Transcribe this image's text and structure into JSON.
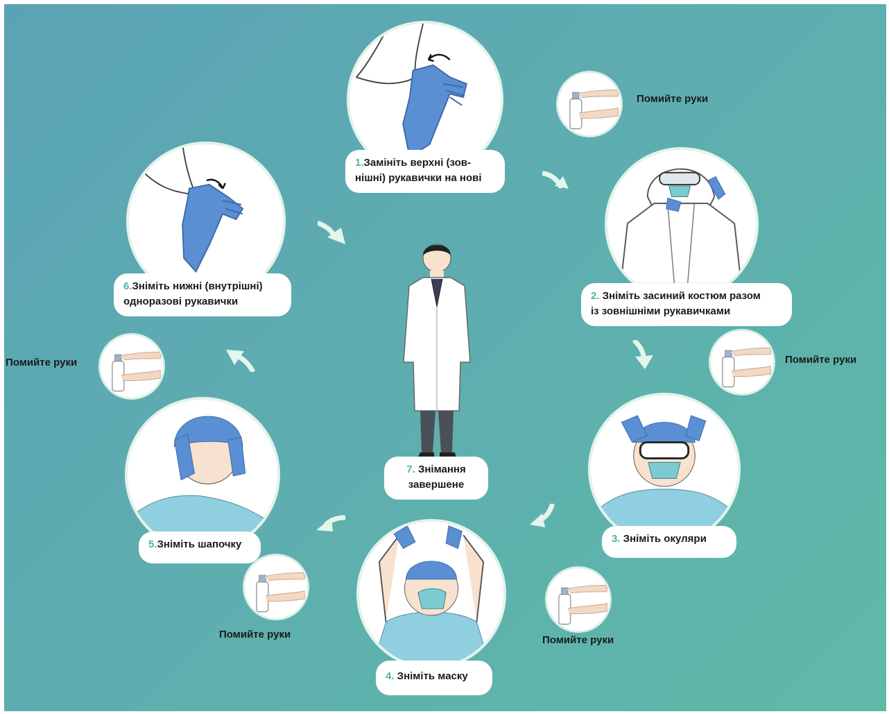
{
  "steps": [
    {
      "num": "1.",
      "text": "Замініть верхні (зов-",
      "text2": "нішні) рукавички на нові"
    },
    {
      "num": "2.",
      "text": " Зніміть засиний костюм разом",
      "text2": "із зовнішніми рукавичками"
    },
    {
      "num": "3.",
      "text": " Зніміть окуляри"
    },
    {
      "num": "4.",
      "text": " Зніміть маску"
    },
    {
      "num": "5.",
      "text": "Зніміть шапочку"
    },
    {
      "num": "6.",
      "text": "Зніміть нижні (внутрішні)",
      "text2": "одноразові рукавички"
    },
    {
      "num": "7.",
      "text": " Знімання",
      "text2": "завершене"
    }
  ],
  "wash_hands": "Помийте руки",
  "colors": {
    "background": "#5eadb0",
    "accent_number": "#4fb3a2",
    "glove": "#5b8fd4",
    "scrubs": "#8fcfe0",
    "circle_border": "#e2f3ea"
  },
  "icons": {
    "arrow": "curved-arrow-icon",
    "sanitizer": "sanitizer-hands-icon"
  }
}
